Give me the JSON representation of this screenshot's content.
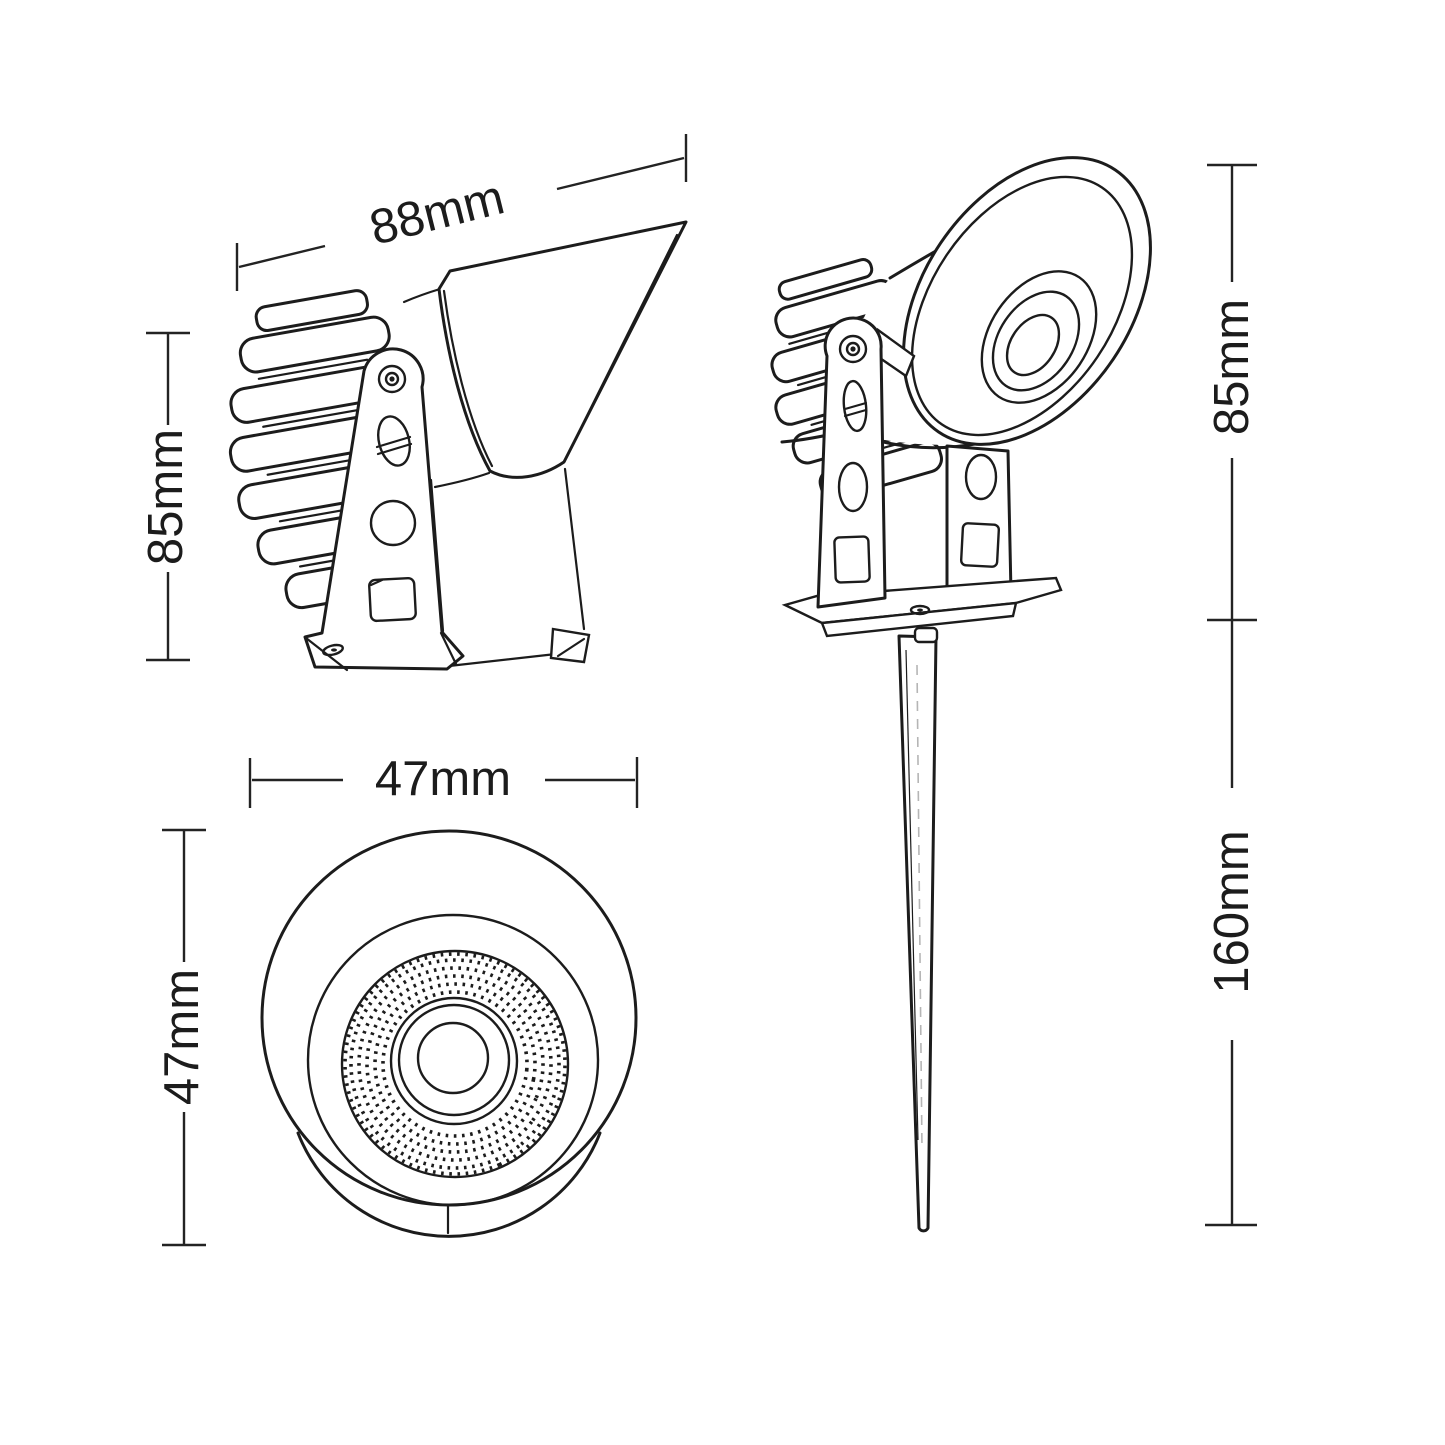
{
  "page": {
    "background": "#ffffff",
    "line_color": "#1c1c1c"
  },
  "drawing": {
    "type": "technical-dimension-drawing",
    "subject": "LED garden spike spotlight shown in three views",
    "views": {
      "side": {
        "name": "side view",
        "width_label": "88mm",
        "height_label": "85mm"
      },
      "front": {
        "name": "front lens view",
        "width_label": "47mm",
        "height_label": "47mm"
      },
      "spiked": {
        "name": "full view with ground spike",
        "head_height_label": "85mm",
        "spike_length_label": "160mm"
      }
    }
  }
}
